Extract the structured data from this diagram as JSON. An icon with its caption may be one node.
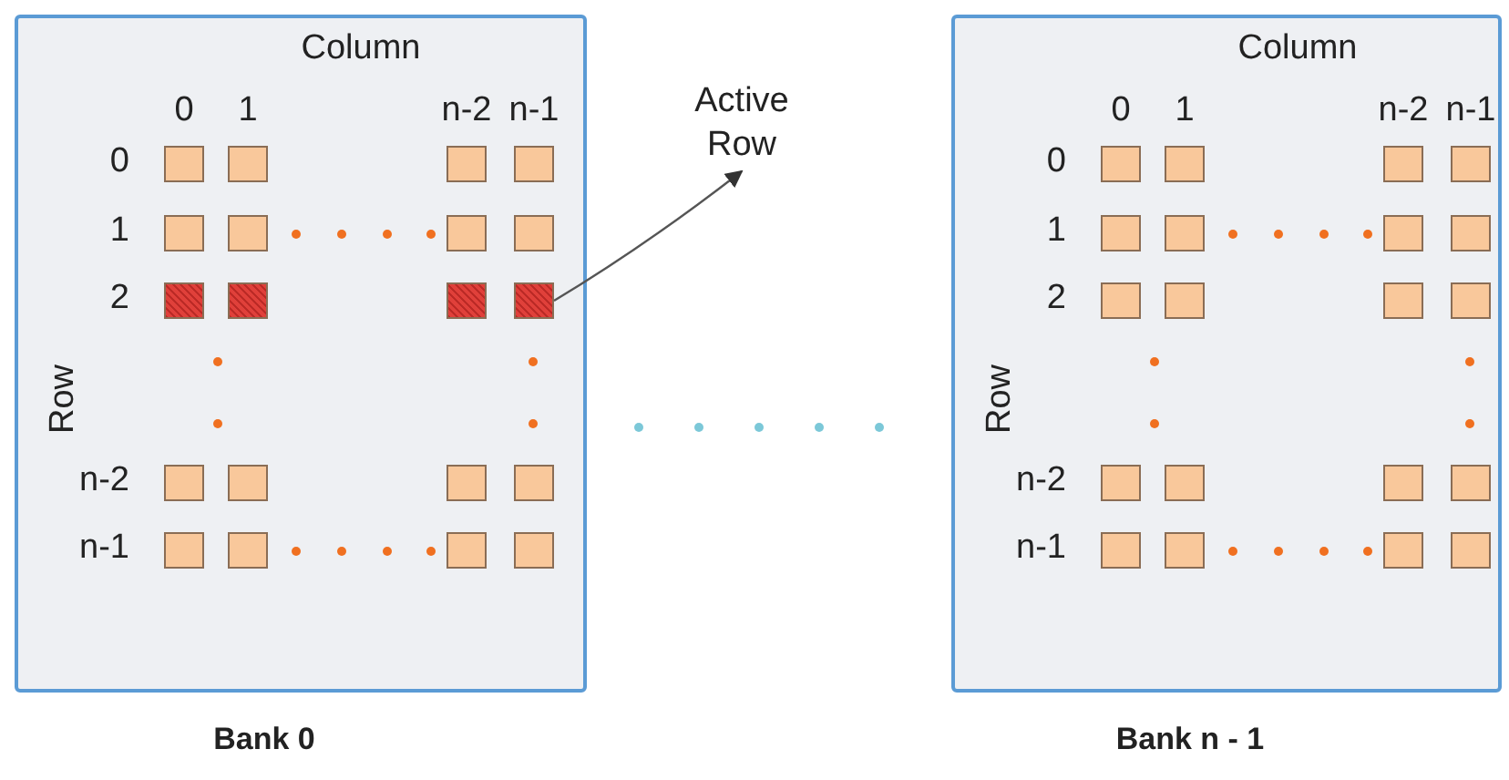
{
  "diagram": {
    "nodes": [
      {
        "text": [
          "Bank 0"
        ]
      },
      {
        "text": [],
        "shape": "box",
        "in": 0
      },
      {
        "text": [
          "Active Row"
        ]
      },
      {
        "text": [
          "Bank n - 1"
        ]
      }
    ],
    "edges": [
      {
        "from": 1,
        "to": 2,
        "arrow": "to"
      }
    ],
    "labels": [
      "Column",
      "0",
      "1",
      "n-2",
      "n-1",
      "0",
      "1",
      "2",
      "Row",
      "n-2",
      "n-1",
      "Column",
      "0",
      "1",
      "n-2",
      "n-1",
      "0",
      "1",
      "2",
      "Row",
      "n-2",
      "n-1"
    ]
  }
}
